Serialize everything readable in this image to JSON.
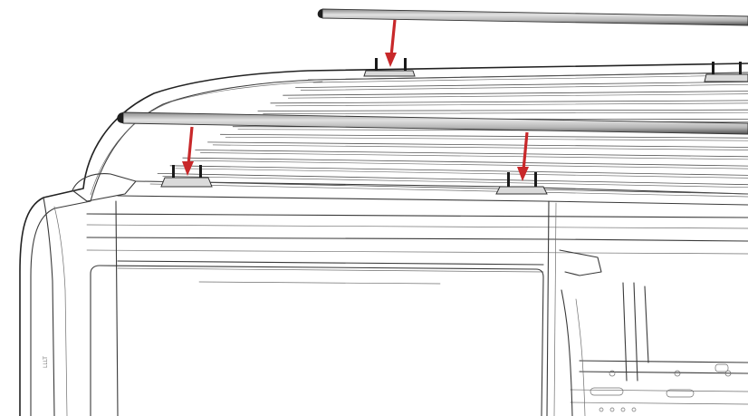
{
  "figure": {
    "colors": {
      "line": "#3a3a3a",
      "thin_line": "#6e6e6e",
      "arrow": "#c8282a",
      "bar_light": "#c9c9c9",
      "bar_dark": "#5c5c5c",
      "bracket": "#d9d9d9",
      "bolt": "#1a1a1a"
    },
    "arrow_count": 3,
    "rails": [
      {
        "name": "rear-crossbar"
      },
      {
        "name": "front-crossbar"
      }
    ],
    "labels": {
      "side_marking": "LLLT"
    }
  }
}
